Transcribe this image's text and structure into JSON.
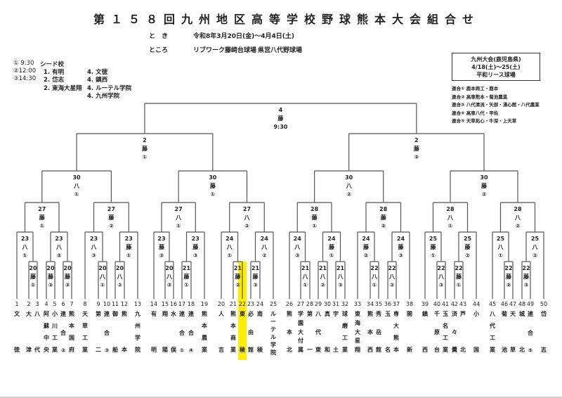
{
  "title": "第１５８回九州地区高等学校野球熊本大会組合せ",
  "schedule": {
    "when_label": "と　き",
    "when_value": "令和8年3月20日(金)～4月4日(土)",
    "where_label": "ところ",
    "venue_1": "リブワーク藤崎台球場",
    "venue_2": "県営八代野球場"
  },
  "times": [
    {
      "mark": "① 9:30"
    },
    {
      "mark": "②12:00"
    },
    {
      "mark": "③14:30"
    }
  ],
  "seeds": {
    "heading": "シード校",
    "list": [
      "1. 有明",
      "2. 岱志",
      "2. 東海大星翔",
      "4. 文徳",
      "4. 鎮西",
      "4. ルーテル学院",
      "4. 九州学院"
    ]
  },
  "kyushu_box": {
    "line1": "九州大会(鹿児島県)",
    "line2": "4/18(土)～25(土)",
    "line3": "平和リース球場"
  },
  "rengo": [
    "連合①  鹿本商工・鹿本",
    "連合②  高専熊本・菊池農業",
    "連合③  八代清流・矢部・湧心館・八代農業",
    "連合④  高専八代・甲佐",
    "連合⑤  天草拓心・牛深・上天草"
  ],
  "highlight_color": "#ffee00",
  "teams": [
    {
      "no": "1",
      "name": "文徳"
    },
    {
      "no": "2",
      "name": "大津"
    },
    {
      "no": "3",
      "name": "八代"
    },
    {
      "no": "4",
      "name": "阿蘇中央"
    },
    {
      "no": "5",
      "name": "小川工業"
    },
    {
      "no": "6",
      "name": "連合②"
    },
    {
      "no": "7",
      "name": "熊本国府"
    },
    {
      "no": "8",
      "name": "天草工業"
    },
    {
      "no": "9",
      "name": "第二"
    },
    {
      "no": "10",
      "name": "連合③"
    },
    {
      "no": "11",
      "name": "御船"
    },
    {
      "no": "12",
      "name": "熊本"
    },
    {
      "no": "13",
      "name": "九州学院"
    },
    {
      "no": "14",
      "name": "有明"
    },
    {
      "no": "15",
      "name": "翔陽"
    },
    {
      "no": "16",
      "name": "水俣"
    },
    {
      "no": "17",
      "name": "連合①"
    },
    {
      "no": "18",
      "name": "連合④"
    },
    {
      "no": "19",
      "name": "熊本農業"
    },
    {
      "no": "20",
      "name": "人吉"
    },
    {
      "no": "21",
      "name": "熊本商業"
    },
    {
      "no": "22",
      "name": "東稜",
      "highlight": true
    },
    {
      "no": "23",
      "name": "必由館"
    },
    {
      "no": "24",
      "name": "南稜"
    },
    {
      "no": "25",
      "name": "ルーテル学院"
    },
    {
      "no": "26",
      "name": "熊本北"
    },
    {
      "no": "27",
      "name": "学園大付属"
    },
    {
      "no": "28",
      "name": "第一"
    },
    {
      "no": "29",
      "name": "八代東"
    },
    {
      "no": "30",
      "name": "真和"
    },
    {
      "no": "31",
      "name": "宇土"
    },
    {
      "no": "32",
      "name": "球磨工業"
    },
    {
      "no": "33",
      "name": "東海大星翔"
    },
    {
      "no": "34",
      "name": "熊本西"
    },
    {
      "no": "35",
      "name": "秀岳館"
    },
    {
      "no": "36",
      "name": "玉名"
    },
    {
      "no": "37",
      "name": "専大熊本"
    },
    {
      "no": "38",
      "name": "開新"
    },
    {
      "no": "39",
      "name": "鎮西"
    },
    {
      "no": "40",
      "name": "千原台"
    },
    {
      "no": "41",
      "name": "玉名工業"
    },
    {
      "no": "42",
      "name": "済々黌"
    },
    {
      "no": "43",
      "name": "芦北"
    },
    {
      "no": "44",
      "name": "小国"
    },
    {
      "no": "45",
      "name": "八代工業"
    },
    {
      "no": "46",
      "name": "菊池"
    },
    {
      "no": "47",
      "name": "天草"
    },
    {
      "no": "48",
      "name": "城北"
    },
    {
      "no": "49",
      "name": "連合⑤"
    },
    {
      "no": "50",
      "name": "岱志"
    }
  ],
  "bracket": {
    "date": "4",
    "venue": "藤",
    "slot": "9:30",
    "children": [
      {
        "date": "2",
        "venue": "藤",
        "slot": "①",
        "children": [
          {
            "date": "30",
            "venue": "八",
            "slot": "①",
            "children": [
              {
                "date": "27",
                "venue": "藤",
                "slot": "①",
                "children": [
                  {
                    "date": "23",
                    "venue": "八",
                    "slot": "①",
                    "children": [
                      0,
                      {
                        "date": "20",
                        "venue": "藤",
                        "slot": "①",
                        "children": [
                          1,
                          2
                        ]
                      }
                    ]
                  },
                  {
                    "date": "23",
                    "venue": "八",
                    "slot": "②",
                    "children": [
                      {
                        "date": "20",
                        "venue": "藤",
                        "slot": "②",
                        "children": [
                          3,
                          4
                        ]
                      },
                      {
                        "date": "20",
                        "venue": "藤",
                        "slot": "③",
                        "children": [
                          5,
                          6
                        ]
                      }
                    ]
                  }
                ]
              },
              {
                "date": "27",
                "venue": "藤",
                "slot": "②",
                "children": [
                  {
                    "date": "23",
                    "venue": "八",
                    "slot": "③",
                    "children": [
                      7,
                      {
                        "date": "20",
                        "venue": "八",
                        "slot": "①",
                        "children": [
                          8,
                          9
                        ]
                      }
                    ]
                  },
                  {
                    "date": "23",
                    "venue": "藤",
                    "slot": "①",
                    "children": [
                      {
                        "date": "20",
                        "venue": "八",
                        "slot": "②",
                        "children": [
                          10,
                          11
                        ]
                      },
                      12
                    ]
                  }
                ]
              }
            ]
          },
          {
            "date": "30",
            "venue": "藤",
            "slot": "①",
            "children": [
              {
                "date": "27",
                "venue": "八",
                "slot": "①",
                "children": [
                  {
                    "date": "23",
                    "venue": "藤",
                    "slot": "②",
                    "children": [
                      13,
                      {
                        "date": "20",
                        "venue": "八",
                        "slot": "③",
                        "children": [
                          14,
                          15
                        ]
                      }
                    ]
                  },
                  {
                    "date": "23",
                    "venue": "藤",
                    "slot": "③",
                    "children": [
                      {
                        "date": "21",
                        "venue": "藤",
                        "slot": "①",
                        "children": [
                          16,
                          17
                        ]
                      },
                      18
                    ]
                  }
                ]
              },
              {
                "date": "27",
                "venue": "八",
                "slot": "②",
                "children": [
                  {
                    "date": "24",
                    "venue": "八",
                    "slot": "①",
                    "children": [
                      19,
                      {
                        "date": "21",
                        "venue": "藤",
                        "slot": "②",
                        "children": [
                          20,
                          21
                        ]
                      }
                    ]
                  },
                  {
                    "date": "24",
                    "venue": "八",
                    "slot": "②",
                    "children": [
                      {
                        "date": "21",
                        "venue": "藤",
                        "slot": "③",
                        "children": [
                          22,
                          23
                        ]
                      },
                      24
                    ]
                  }
                ]
              }
            ]
          }
        ]
      },
      {
        "date": "2",
        "venue": "藤",
        "slot": "②",
        "children": [
          {
            "date": "30",
            "venue": "八",
            "slot": "②",
            "children": [
              {
                "date": "28",
                "venue": "藤",
                "slot": "①",
                "children": [
                  {
                    "date": "24",
                    "venue": "八",
                    "slot": "③",
                    "children": [
                      25,
                      {
                        "date": "21",
                        "venue": "八",
                        "slot": "①",
                        "children": [
                          26,
                          27
                        ]
                      }
                    ]
                  },
                  {
                    "date": "24",
                    "venue": "藤",
                    "slot": "①",
                    "children": [
                      {
                        "date": "21",
                        "venue": "八",
                        "slot": "②",
                        "children": [
                          28,
                          29
                        ]
                      },
                      {
                        "date": "21",
                        "venue": "八",
                        "slot": "③",
                        "children": [
                          30,
                          31
                        ]
                      }
                    ]
                  }
                ]
              },
              {
                "date": "28",
                "venue": "藤",
                "slot": "②",
                "children": [
                  {
                    "date": "24",
                    "venue": "藤",
                    "slot": "②",
                    "children": [
                      32,
                      {
                        "date": "22",
                        "venue": "八",
                        "slot": "①",
                        "children": [
                          33,
                          34
                        ]
                      }
                    ]
                  },
                  {
                    "date": "24",
                    "venue": "藤",
                    "slot": "③",
                    "children": [
                      {
                        "date": "22",
                        "venue": "八",
                        "slot": "②",
                        "children": [
                          35,
                          36
                        ]
                      },
                      37
                    ]
                  }
                ]
              }
            ]
          },
          {
            "date": "30",
            "venue": "藤",
            "slot": "②",
            "children": [
              {
                "date": "28",
                "venue": "八",
                "slot": "①",
                "children": [
                  {
                    "date": "25",
                    "venue": "藤",
                    "slot": "①",
                    "children": [
                      38,
                      {
                        "date": "22",
                        "venue": "八",
                        "slot": "③",
                        "children": [
                          39,
                          40
                        ]
                      }
                    ]
                  },
                  {
                    "date": "25",
                    "venue": "藤",
                    "slot": "②",
                    "children": [
                      {
                        "date": "22",
                        "venue": "藤",
                        "slot": "①",
                        "children": [
                          41,
                          42
                        ]
                      },
                      43
                    ]
                  }
                ]
              },
              {
                "date": "28",
                "venue": "八",
                "slot": "②",
                "children": [
                  {
                    "date": "25",
                    "venue": "八",
                    "slot": "①",
                    "children": [
                      44,
                      {
                        "date": "22",
                        "venue": "藤",
                        "slot": "②",
                        "children": [
                          45,
                          46
                        ]
                      }
                    ]
                  },
                  {
                    "date": "25",
                    "venue": "八",
                    "slot": "②",
                    "children": [
                      {
                        "date": "22",
                        "venue": "藤",
                        "slot": "③",
                        "children": [
                          47,
                          48
                        ]
                      },
                      49
                    ]
                  }
                ]
              }
            ]
          }
        ]
      }
    ]
  }
}
